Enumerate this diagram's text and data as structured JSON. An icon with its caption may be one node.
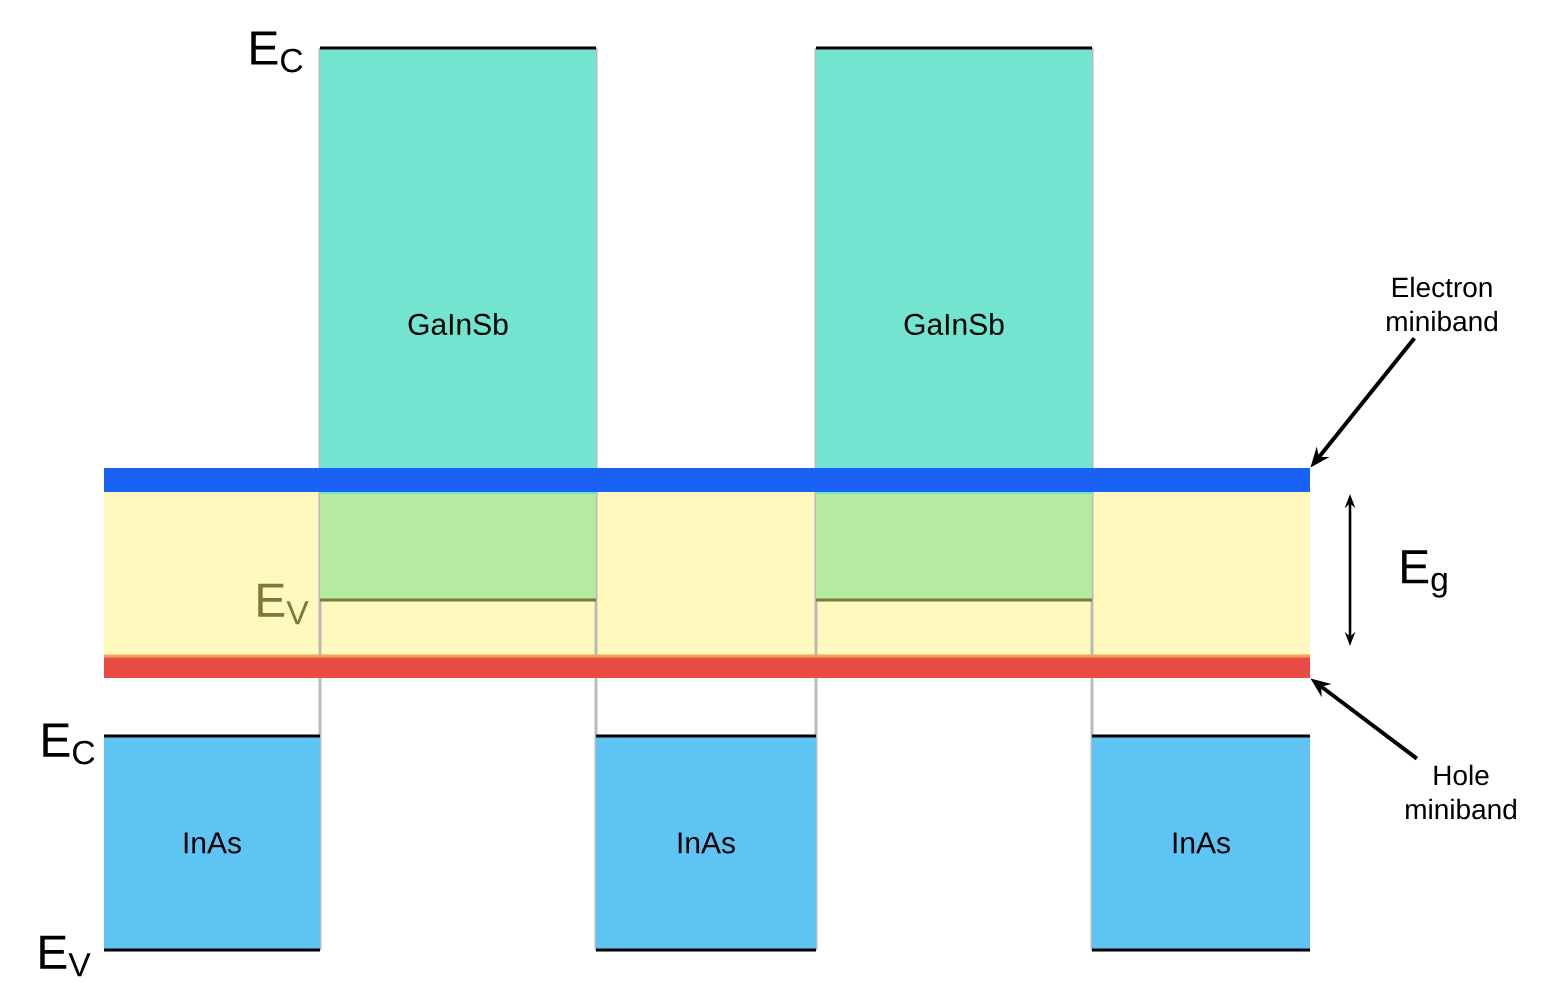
{
  "diagram": {
    "nodes": [
      {
        "text": [
          "GaInSb"
        ]
      },
      {
        "text": [
          "GaInSb"
        ]
      },
      {
        "text": [
          "InAs"
        ]
      },
      {
        "text": [
          "InAs"
        ]
      },
      {
        "text": [
          "InAs"
        ]
      },
      {
        "text": [
          "Electron miniband"
        ]
      },
      {
        "text": [],
        "shape": "bar"
      },
      {
        "text": [
          "Hole miniband"
        ]
      },
      {
        "text": [],
        "shape": "bar"
      }
    ],
    "edges": [
      {
        "from": 5,
        "to": 6,
        "arrow": "to"
      },
      {
        "from": 7,
        "to": 8,
        "arrow": "to"
      }
    ],
    "labels": [
      "E$_{C}$",
      "E$_{V}$",
      "E$_{g}$",
      "E$_{C}$",
      "E$_{V}$"
    ]
  }
}
